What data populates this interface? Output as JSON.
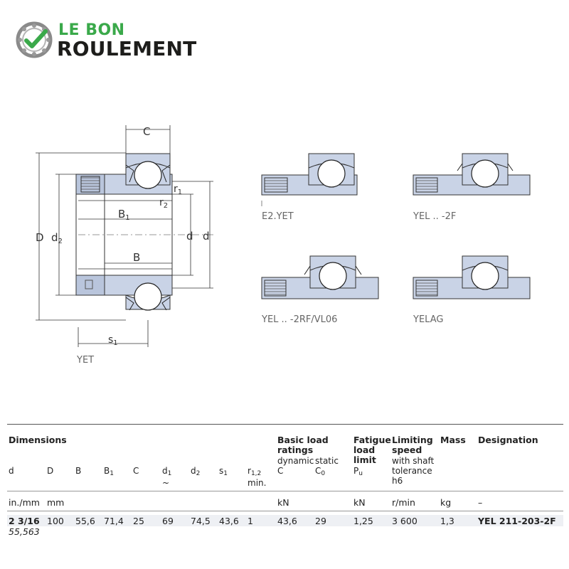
{
  "brand": {
    "line1": "LE BON",
    "line2": "ROULEMENT"
  },
  "drawings": {
    "main_caption": "YET",
    "variant_captions": [
      "E2.YET",
      "YEL .. -2F",
      "YEL .. -2RF/VL06",
      "YELAG"
    ],
    "dim_labels": {
      "C": "C",
      "r1": "r",
      "r1_sub": "1",
      "r2": "r",
      "r2_sub": "2",
      "B1": "B",
      "B1_sub": "1",
      "B": "B",
      "D": "D",
      "d2": "d",
      "d2_sub": "2",
      "d": "d",
      "d_outer": "d",
      "s1": "s",
      "s1_sub": "1"
    }
  },
  "table": {
    "headers": {
      "dimensions": "Dimensions",
      "basic_load_1": "Basic load",
      "basic_load_2": "ratings",
      "basic_dynamic": "dynamic",
      "basic_static": "static",
      "fatigue_1": "Fatigue",
      "fatigue_2": "load",
      "fatigue_3": "limit",
      "limiting_1": "Limiting",
      "limiting_2": "speed",
      "limiting_3": "with shaft",
      "limiting_4": "tolerance",
      "limiting_5": "h6",
      "mass": "Mass",
      "designation": "Designation"
    },
    "symbols": {
      "d": "d",
      "D": "D",
      "B": "B",
      "B1": "B",
      "B1_sub": "1",
      "C": "C",
      "d1": "d",
      "d1_sub": "1",
      "d1_mark": "~",
      "d2": "d",
      "d2_sub": "2",
      "s1": "s",
      "s1_sub": "1",
      "r12": "r",
      "r12_sub": "1,2",
      "r12_min": "min.",
      "Cdyn": "C",
      "C0": "C",
      "C0_sub": "0",
      "Pu": "P",
      "Pu_sub": "u"
    },
    "units": {
      "dims_in": "in./mm",
      "dims_mm": "mm",
      "load": "kN",
      "fatigue": "kN",
      "speed": "r/min",
      "mass": "kg",
      "designation": "–"
    },
    "row": {
      "d_in": "2 3/16",
      "d_mm": "55,563",
      "D": "100",
      "B": "55,6",
      "B1": "71,4",
      "C": "25",
      "d1": "69",
      "d2": "74,5",
      "s1": "43,6",
      "r12": "1",
      "C_dyn": "43,6",
      "C0": "29",
      "Pu": "1,25",
      "speed": "3 600",
      "mass": "1,3",
      "designation": "YEL 211-203-2F"
    }
  }
}
